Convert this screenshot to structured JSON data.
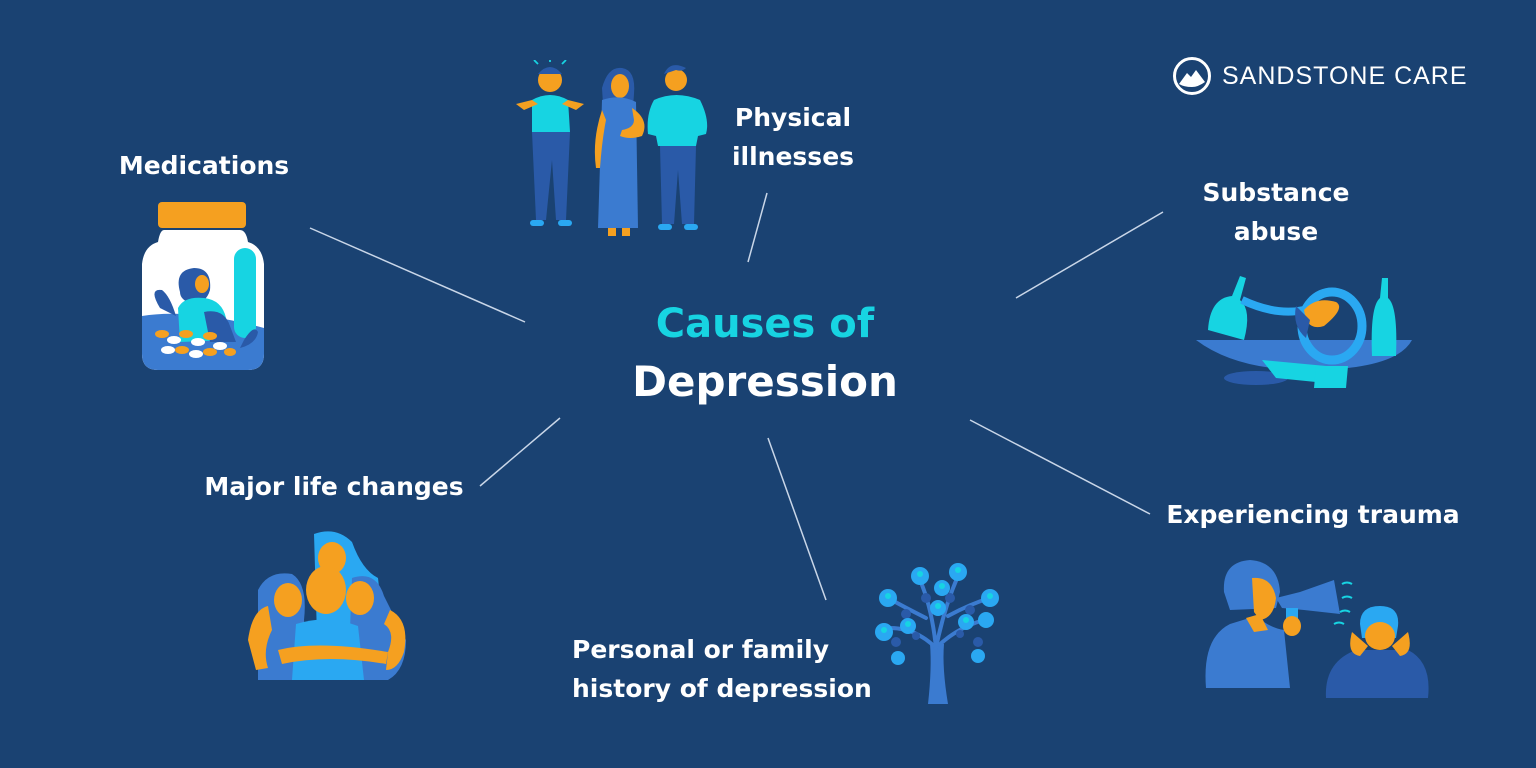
{
  "brand": {
    "name": "SANDSTONE CARE",
    "icon": "mountain-circle-logo"
  },
  "center": {
    "line1": "Causes of",
    "line2": "Depression"
  },
  "causes": [
    {
      "id": "medications",
      "lines": [
        "Medications"
      ],
      "illustration": "pill-jar-person-illustration"
    },
    {
      "id": "physical-illnesses",
      "lines": [
        "Physical",
        "illnesses"
      ],
      "illustration": "ill-people-illustration"
    },
    {
      "id": "substance-abuse",
      "lines": [
        "Substance",
        "abuse"
      ],
      "illustration": "bottles-person-illustration"
    },
    {
      "id": "major-life-changes",
      "lines": [
        "Major life changes"
      ],
      "illustration": "family-hug-illustration"
    },
    {
      "id": "family-history",
      "lines": [
        "Personal or family",
        "history of depression"
      ],
      "illustration": "family-tree-illustration"
    },
    {
      "id": "experiencing-trauma",
      "lines": [
        "Experiencing trauma"
      ],
      "illustration": "megaphone-yelling-illustration"
    }
  ],
  "colors": {
    "background": "#1a4272",
    "accent_cyan": "#17d4e2",
    "orange": "#f5a020",
    "mid_blue": "#3b7bd0",
    "light_blue": "#2aa8f2",
    "white": "#ffffff"
  }
}
